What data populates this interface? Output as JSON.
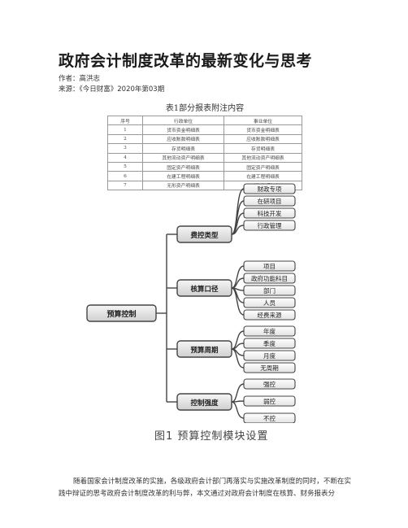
{
  "article": {
    "title": "政府会计制度改革的最新变化与思考",
    "author": "作者：高洪志",
    "source": "来源：《今日财富》2020年第03期"
  },
  "table": {
    "caption": "表1部分报表附注内容",
    "headers": [
      "序号",
      "行政单位",
      "事业单位"
    ],
    "rows": [
      [
        "1",
        "货币资金明细表",
        "货币资金明细表"
      ],
      [
        "2",
        "应收账款明细表",
        "应收账款明细表"
      ],
      [
        "3",
        "存货明细表",
        "存货明细表"
      ],
      [
        "4",
        "其他流动资产明细表",
        "其他流动资产明细表"
      ],
      [
        "5",
        "固定资产明细表",
        "固定资产明细表"
      ],
      [
        "6",
        "在建工程明细表",
        "在建工程明细表"
      ],
      [
        "7",
        "无形资产明细表",
        "无形资产明细表"
      ]
    ]
  },
  "diagram": {
    "root": "预算控制",
    "groups": [
      {
        "label": "费控类型",
        "items": [
          "财政专项",
          "在研项目",
          "科技开发",
          "行政管理"
        ]
      },
      {
        "label": "核算口径",
        "items": [
          "项目",
          "政府功能科目",
          "部门",
          "人员",
          "经费来源"
        ]
      },
      {
        "label": "预算周期",
        "items": [
          "年度",
          "季度",
          "月度",
          "无周期"
        ]
      },
      {
        "label": "控制强度",
        "items": [
          "强控",
          "弱控",
          "不控"
        ]
      }
    ],
    "caption": "图1 预算控制模块设置"
  },
  "body_text": "随着国家会计制度改革的实施，各级政府会计部门再落实与实施改革制度的同时，不断在实践中辩证的思考政府会计制度改革的利与弊，本文通过对政府会计制度在核算、财务报表分"
}
